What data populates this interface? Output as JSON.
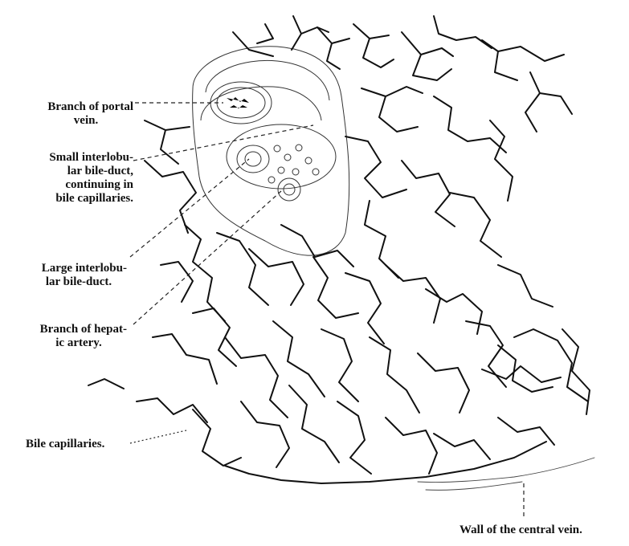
{
  "labels": {
    "portal_vein": [
      "Branch of portal",
      "vein."
    ],
    "small_duct": [
      "Small interlobu-",
      "lar bile-duct,",
      "continuing in",
      "bile capillaries."
    ],
    "large_duct": [
      "Large interlobu-",
      "lar bile-duct."
    ],
    "hepatic_artery": [
      "Branch of hepat-",
      "ic artery."
    ],
    "bile_capillaries": [
      "Bile capillaries."
    ],
    "central_vein_wall": [
      "Wall of the central vein."
    ]
  },
  "colors": {
    "ink": "#111111",
    "paper": "#ffffff"
  }
}
